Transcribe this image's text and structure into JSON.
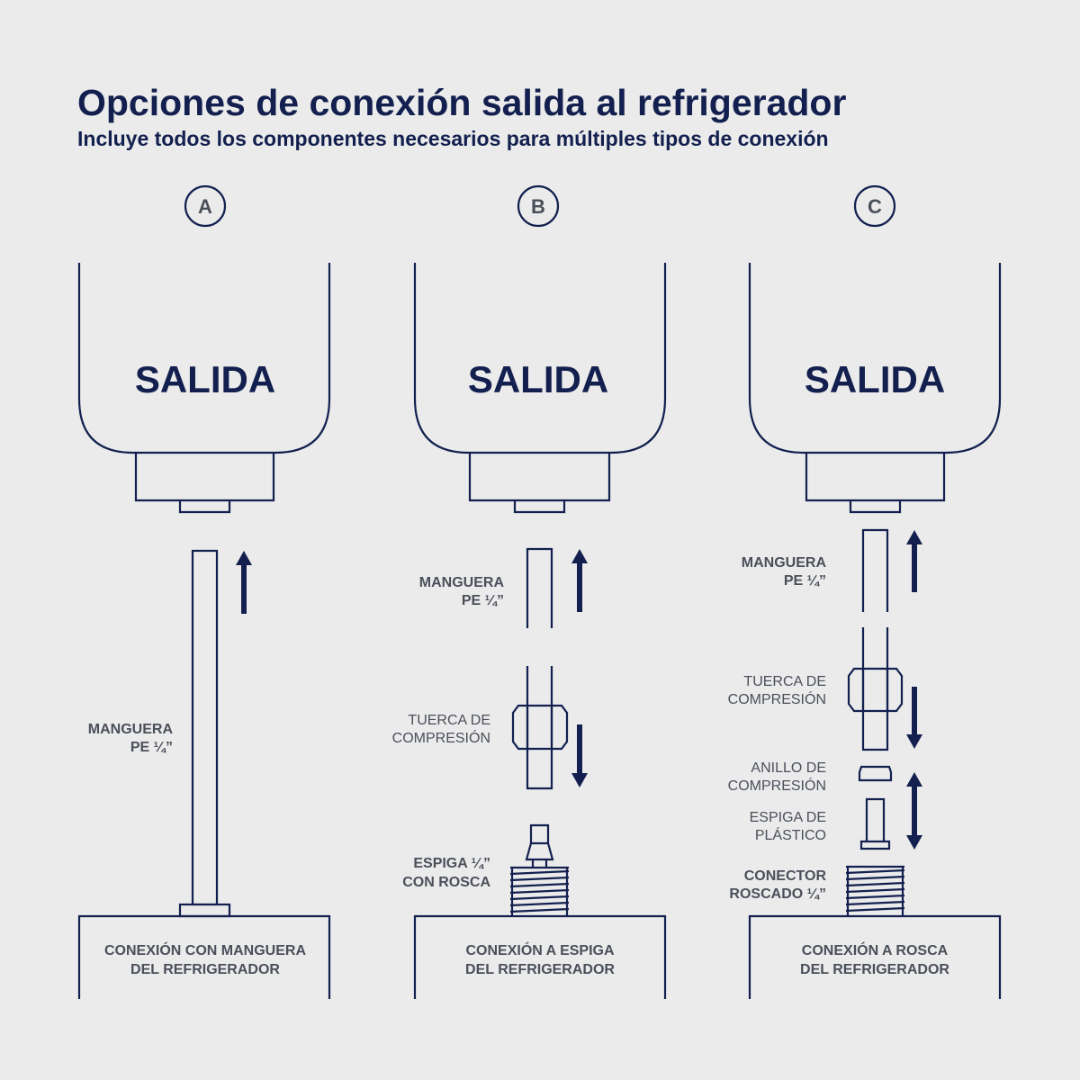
{
  "title": "Opciones de conexión salida al refrigerador",
  "subtitle": "Incluye todos los componentes necesarios para múltiples tipos de conexión",
  "colors": {
    "navy": "#13204f",
    "text_gray": "#4a4f5a",
    "background": "#ebebeb"
  },
  "panels": [
    {
      "letter": "A",
      "outlet": "SALIDA",
      "labels": {
        "hose_1": "MANGUERA",
        "hose_2": "PE ¼”"
      },
      "base_1": "CONEXIÓN CON MANGUERA",
      "base_2": "DEL REFRIGERADOR"
    },
    {
      "letter": "B",
      "outlet": "SALIDA",
      "labels": {
        "hose_1": "MANGUERA",
        "hose_2": "PE ¼”",
        "nut_1": "TUERCA DE",
        "nut_2": "COMPRESIÓN",
        "spigot_1": "ESPIGA ¼”",
        "spigot_2": "CON ROSCA"
      },
      "base_1": "CONEXIÓN A ESPIGA",
      "base_2": "DEL REFRIGERADOR"
    },
    {
      "letter": "C",
      "outlet": "SALIDA",
      "labels": {
        "hose_1": "MANGUERA",
        "hose_2": "PE ¼”",
        "nut_1": "TUERCA DE",
        "nut_2": "COMPRESIÓN",
        "ring_1": "ANILLO DE",
        "ring_2": "COMPRESIÓN",
        "insert_1": "ESPIGA DE",
        "insert_2": "PLÁSTICO",
        "conn_1": "CONECTOR",
        "conn_2": "ROSCADO ¼”"
      },
      "base_1": "CONEXIÓN A ROSCA",
      "base_2": "DEL REFRIGERADOR"
    }
  ]
}
